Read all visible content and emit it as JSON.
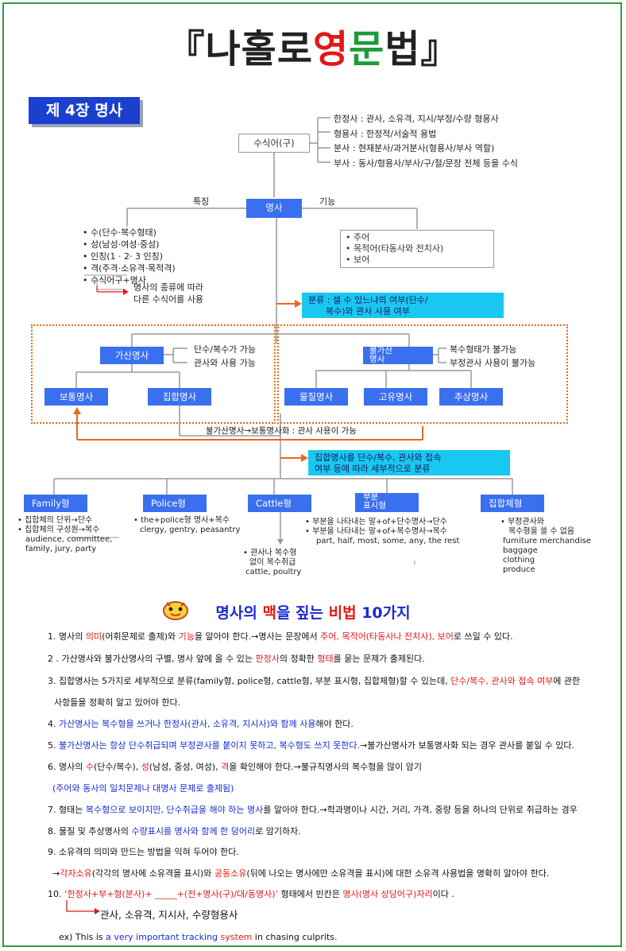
{
  "title": {
    "p1": "『",
    "p2": "나홀로 ",
    "p3": "영",
    "p4": "문",
    "p5": "법",
    "p6": "』"
  },
  "chapter": "제 4장 명사",
  "diagram": {
    "modifier": "수식어(구)",
    "modifier_items": [
      "한정사 : 관사, 소유격, 지시/부정/수량 형용사",
      "형용사 : 한정적/서술적 용법",
      "분사 : 현재분사/과거분사(형용사/부사 역할)",
      "부사 : 동사/형용사/부사/구/절/문장 전체 등을 수식"
    ],
    "noun": "명사",
    "feature_label": "특징",
    "function_label": "기능",
    "features": [
      "• 수(단수·복수형태)",
      "• 성(남성·여성·중성)",
      "• 인칭(1 · 2· 3 인칭)",
      "• 격(주격·소유격·목적격)",
      "• 수식어구+명사"
    ],
    "feature_note": [
      "명사의 종류에 따라",
      "다른 수식어를 사용"
    ],
    "functions": [
      "• 주어",
      "• 목적어(타동사와 전치사)",
      "• 보어"
    ],
    "classification": [
      "분류 : 셀 수 있느냐의 여부(단수/",
      "복수)와  관사 사용 여부"
    ],
    "countable": "가산명사",
    "countable_notes": [
      "단수/복수가 가능",
      "관사와 사용 가능"
    ],
    "uncountable": [
      "불가산",
      "명사"
    ],
    "uncountable_notes": [
      "복수형태가 불가능",
      "부정관사 사용이 불가능"
    ],
    "common": "보통명사",
    "collective": "집합명사",
    "material": "물질명사",
    "proper": "고유명사",
    "abstract": "추상명사",
    "conversion": "불가산명사→보통명사화 : 관사 사용이 가능",
    "collective_note": [
      "집합명사를 단수/복수,  관사와 접속",
      "여부 등에 따라 세부적으로 분류"
    ],
    "types": [
      {
        "name": "Family형",
        "lines": [
          "• 집합체의 단위→단수",
          "• 집합체의 구성원→복수",
          "audience, committee,",
          "family, jury, party"
        ]
      },
      {
        "name": "Police형",
        "lines": [
          "• the+police형 명사+복수",
          "clergy, gentry, peasantry"
        ]
      },
      {
        "name": "Cattle형",
        "lines": [
          "• 관사나 복수형",
          "없이 복수취급",
          "cattle, poultry"
        ]
      },
      {
        "name": "부분 표시형",
        "name_lines": [
          "부분",
          "표시형"
        ],
        "lines": [
          "• 부분을 나타내는 말+of+단수명사→단수",
          "• 부분을 나타내는 말+of+복수명사→복수",
          "part, half, most, some, any, the rest"
        ]
      },
      {
        "name": "집합체형",
        "lines": [
          "• 부정관사와",
          "복수형을 쓸 수 없음",
          "furniture       merchandise",
          "baggage",
          "clothing",
          "produce"
        ]
      }
    ]
  },
  "secrets_heading": {
    "a": "명사의 ",
    "b": "맥",
    "c": "을 짚는 ",
    "d": "비법",
    "e": " 10가지"
  },
  "rules": {
    "r1": {
      "a": "1. 명사의 ",
      "b": "의미",
      "c": "(어휘문제로 출제)와 ",
      "d": "기능",
      "e": "을 알아야 한다.→명사는 문장에서 ",
      "f": "주어, 목적어(타동사나 전치사), 보어",
      "g": "로 쓰일 수 있다."
    },
    "r2": {
      "a": "2 . 가산명사와 불가산명사의 구별, 명사 앞에 올 수 있는 ",
      "b": "한정사",
      "c": "의 정확한 ",
      "d": "형태",
      "e": "를 묻는 문제가 출제된다."
    },
    "r3": {
      "a": "3. 집합명사는 5가지로 세부적으로 분류(family형, police형, cattle형, 부분 표시형, 집합체형)할 수 있는데, ",
      "b": "단수/복수, 관사와 접속 여부",
      "c": "에 관한"
    },
    "r3b": "사항들을 정확히 알고 있어야 한다.",
    "r4": {
      "a": "4. ",
      "b": "가산명사는 복수형을 쓰거나 한정사(관사, 소유격, 지시사)와 함께 사용",
      "c": "해야 한다."
    },
    "r5": {
      "a": "5. ",
      "b": "불가산명사는 항상 단수취급되며 부정관사를 붙이지 못하고, 복수형도 쓰지 못한다.",
      "c": "→불가산명사가 보통명사화 되는 경우 관사를 붙일 수 있다."
    },
    "r6": {
      "a": "6. 명사의 ",
      "b": "수",
      "c": "(단수/복수), ",
      "d": "성",
      "e": "(남성, 중성, 여성), ",
      "f": "격",
      "g": "을 확인해야 한다.→불규칙명사의 복수형을 많이 암기"
    },
    "r6b": "(주어와 동사의 일치문제나 대명사 문제로 출제됨)",
    "r7": {
      "a": "7. 형태는 ",
      "b": "복수형으로 보이지만, 단수취급을 해야 하는 명사",
      "c": "를 알아야 한다.→학과명이나 시간, 거리, 가격, 중량 등을 하나의 단위로 취급하는 경우"
    },
    "r8": {
      "a": "8. 물질 및 추상명사의 ",
      "b": "수량표시를 명사와 함께 한 덩어리",
      "c": "로 암기하자."
    },
    "r9": "9. 소유격의 의미와 만드는 방법을 익혀 두어야 한다.",
    "r9b": {
      "a": "→",
      "b": "각자소유",
      "c": "(각각의 명사에 소유격을 표시)와 ",
      "d": "공동소유",
      "e": "(뒤에 나오는 명사에만 소유격을 표시)에 대한 소유격 사용법을 명확히 알아야 한다."
    },
    "r10": {
      "a": "10. ",
      "b": "‘한정사+부+형(분사)+ _____+(전+명사(구)/대/동명사)’",
      "c": " 형태에서 빈칸은 ",
      "d": "명사(명사 상당어구)자리",
      "e": "이다  ."
    },
    "r10b": "관사, 소유격, 지시사, 수량형용사",
    "ex": {
      "a": "ex) This is ",
      "b": "a very important tracking ",
      "c": "system",
      "d": " in chasing culprits."
    }
  },
  "colors": {
    "border": "#2e9b3f",
    "blue_box": "#3a6ff0",
    "cyan_box": "#19c8f0",
    "arrow": "#e86a1a",
    "red": "#e01818",
    "green": "#1e9a3a",
    "navy": "#1a2ad0"
  }
}
